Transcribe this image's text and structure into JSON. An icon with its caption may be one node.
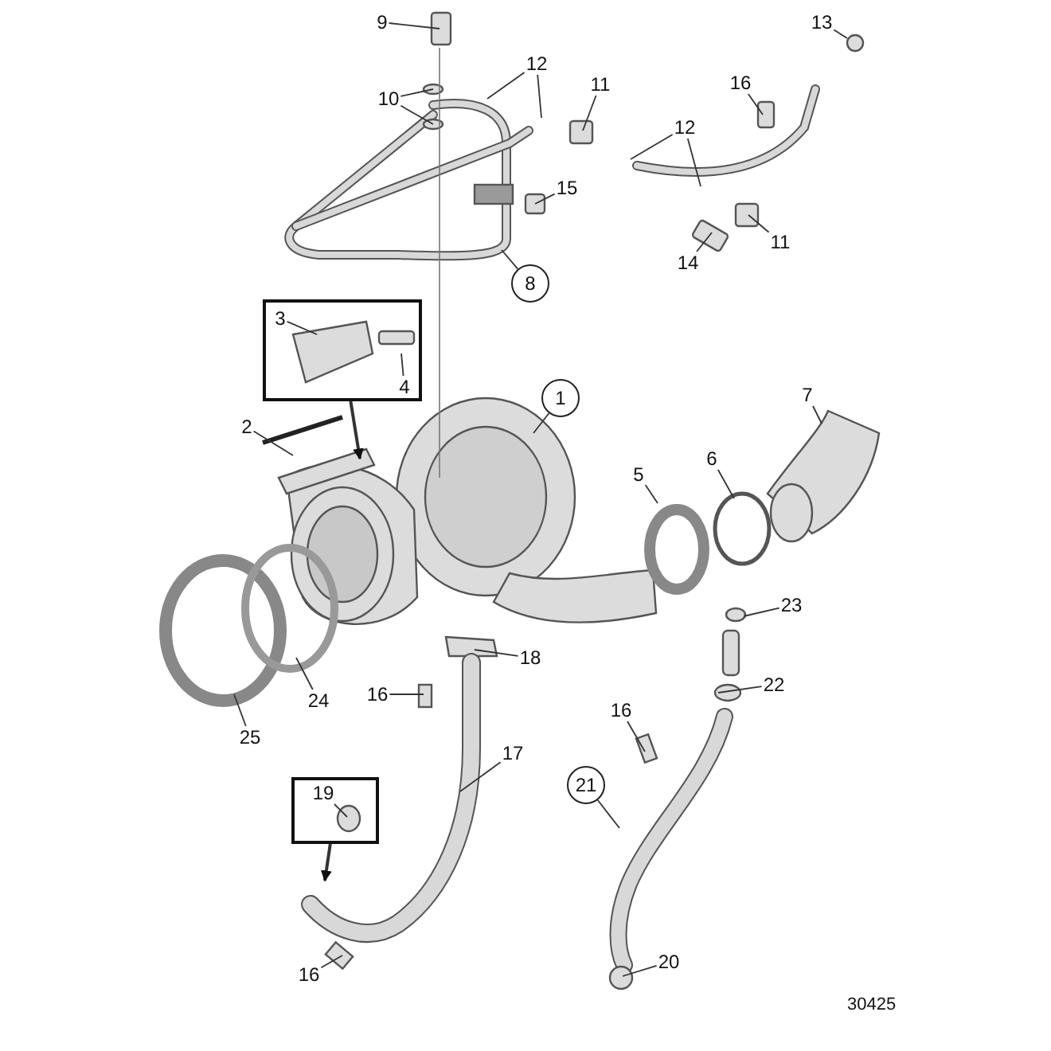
{
  "diagram": {
    "nodes": [
      {
        "text": [
          "9"
        ]
      },
      {
        "text": [
          "10"
        ]
      },
      {
        "text": [
          "12"
        ]
      },
      {
        "text": [
          "11"
        ]
      },
      {
        "text": [
          "13"
        ]
      },
      {
        "text": [
          "16"
        ]
      },
      {
        "text": [
          "12"
        ]
      },
      {
        "text": [
          "15"
        ]
      },
      {
        "text": [
          "11"
        ]
      },
      {
        "text": [
          "14"
        ]
      },
      {
        "text": [
          "8"
        ]
      },
      {
        "text": [],
        "shape": "box"
      },
      {
        "text": [
          "3"
        ],
        "in": 11
      },
      {
        "text": [
          "4"
        ],
        "in": 11
      },
      {
        "text": [
          "1"
        ]
      },
      {
        "text": [
          "2"
        ]
      },
      {
        "text": [
          "7"
        ]
      },
      {
        "text": [
          "5"
        ]
      },
      {
        "text": [
          "6"
        ]
      },
      {
        "text": [
          "23"
        ]
      },
      {
        "text": [
          "18"
        ]
      },
      {
        "text": [
          "16"
        ]
      },
      {
        "text": [
          "22"
        ]
      },
      {
        "text": [
          "16"
        ]
      },
      {
        "text": [
          "24"
        ]
      },
      {
        "text": [
          "25"
        ]
      },
      {
        "text": [
          "17"
        ]
      },
      {
        "text": [
          "21"
        ]
      },
      {
        "text": [],
        "shape": "box"
      },
      {
        "text": [
          "19"
        ],
        "in": 28
      },
      {
        "text": [
          "16"
        ]
      },
      {
        "text": [
          "20"
        ]
      }
    ],
    "edges": [
      {
        "from": 0,
        "to": null,
        "arrow": "none"
      },
      {
        "from": 1,
        "to": null,
        "arrow": "none"
      },
      {
        "from": 1,
        "to": null,
        "arrow": "none"
      },
      {
        "from": 2,
        "to": null,
        "arrow": "none"
      },
      {
        "from": 2,
        "to": null,
        "arrow": "none"
      },
      {
        "from": 3,
        "to": null,
        "arrow": "none"
      },
      {
        "from": 4,
        "to": null,
        "arrow": "none"
      },
      {
        "from": 5,
        "to": null,
        "arrow": "none"
      },
      {
        "from": 6,
        "to": null,
        "arrow": "none"
      },
      {
        "from": 6,
        "to": null,
        "arrow": "none"
      },
      {
        "from": 7,
        "to": null,
        "arrow": "none"
      },
      {
        "from": 8,
        "to": null,
        "arrow": "none"
      },
      {
        "from": 9,
        "to": null,
        "arrow": "none"
      },
      {
        "from": 10,
        "to": null,
        "arrow": "none"
      },
      {
        "from": 11,
        "to": null,
        "arrow": "to"
      },
      {
        "from": 12,
        "to": null,
        "arrow": "none"
      },
      {
        "from": 13,
        "to": null,
        "arrow": "none"
      },
      {
        "from": 14,
        "to": null,
        "arrow": "none"
      },
      {
        "from": 15,
        "to": null,
        "arrow": "none"
      },
      {
        "from": 16,
        "to": null,
        "arrow": "none"
      },
      {
        "from": 17,
        "to": null,
        "arrow": "none"
      },
      {
        "from": 18,
        "to": null,
        "arrow": "none"
      },
      {
        "from": 19,
        "to": null,
        "arrow": "none"
      },
      {
        "from": 20,
        "to": null,
        "arrow": "none"
      },
      {
        "from": 21,
        "to": null,
        "arrow": "none"
      },
      {
        "from": 22,
        "to": null,
        "arrow": "none"
      },
      {
        "from": 23,
        "to": null,
        "arrow": "none"
      },
      {
        "from": 24,
        "to": null,
        "arrow": "none"
      },
      {
        "from": 25,
        "to": null,
        "arrow": "none"
      },
      {
        "from": 26,
        "to": null,
        "arrow": "none"
      },
      {
        "from": 27,
        "to": null,
        "arrow": "none"
      },
      {
        "from": 28,
        "to": null,
        "arrow": "to"
      },
      {
        "from": 29,
        "to": null,
        "arrow": "none"
      },
      {
        "from": 30,
        "to": null,
        "arrow": "none"
      },
      {
        "from": 31,
        "to": null,
        "arrow": "none"
      }
    ],
    "labels": [
      "30425"
    ]
  }
}
